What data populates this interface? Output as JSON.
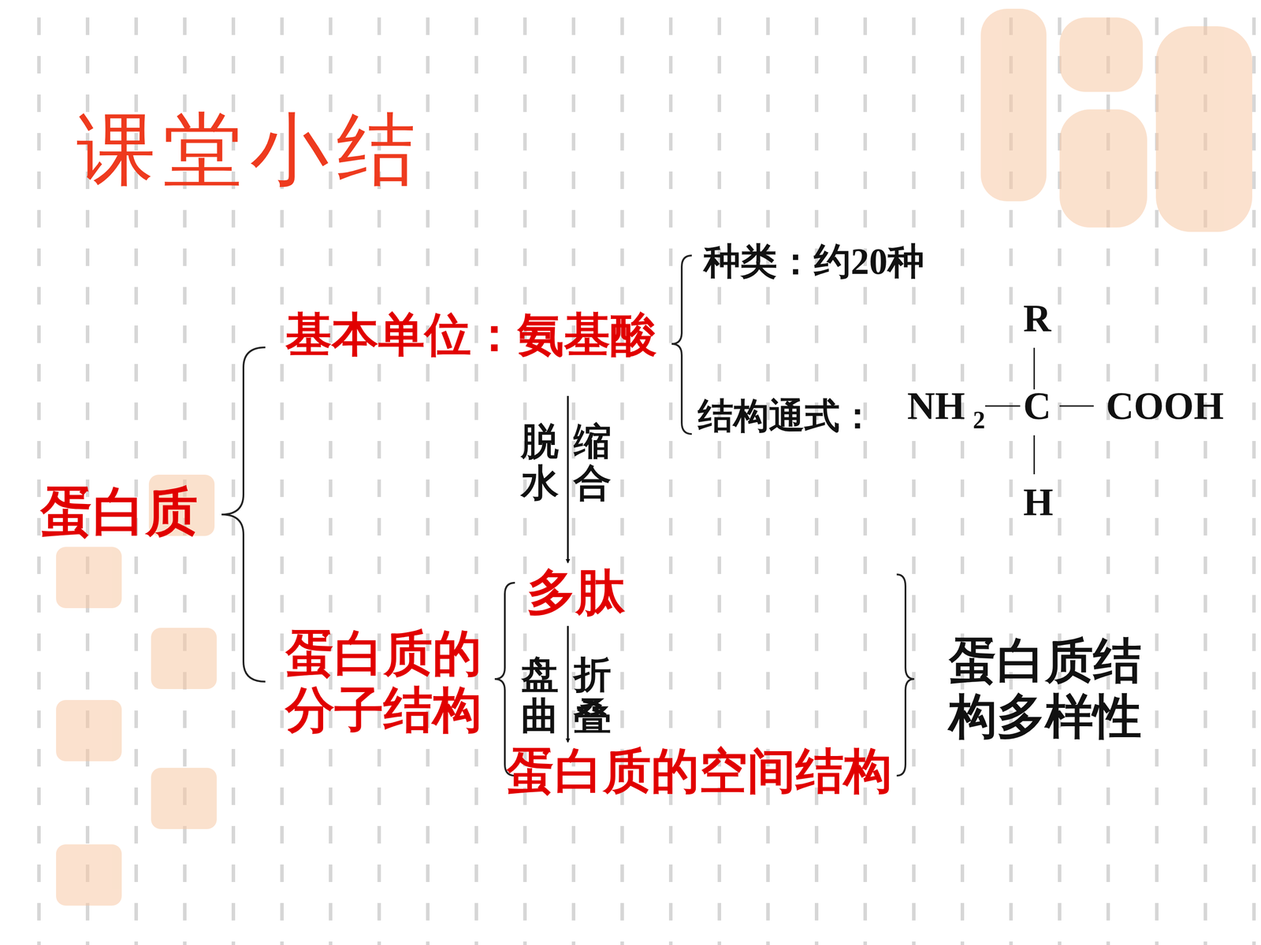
{
  "diagram": {
    "title": "课堂小结",
    "nodes": [
      {
        "text": [
          "蛋白质"
        ]
      },
      {
        "text": [
          "基本单位：氨基酸"
        ]
      },
      {
        "text": [
          "种类：约20种"
        ]
      },
      {
        "text": [
          "结构通式："
        ]
      },
      {
        "text": [
          "蛋白质的 分子结构"
        ]
      },
      {
        "text": [
          "多肽"
        ]
      },
      {
        "text": [
          "蛋白质的空间结构"
        ]
      },
      {
        "text": [
          "蛋白质结 构多样性"
        ]
      }
    ],
    "edges": [
      {
        "from": 1,
        "to": 5,
        "arrow": "to"
      },
      {
        "from": 5,
        "to": 6,
        "arrow": "to"
      }
    ],
    "labels": [
      "脱水",
      "缩合",
      "盘曲",
      "折叠",
      "R",
      "NH",
      "2",
      "C",
      "COOH",
      "H"
    ]
  }
}
